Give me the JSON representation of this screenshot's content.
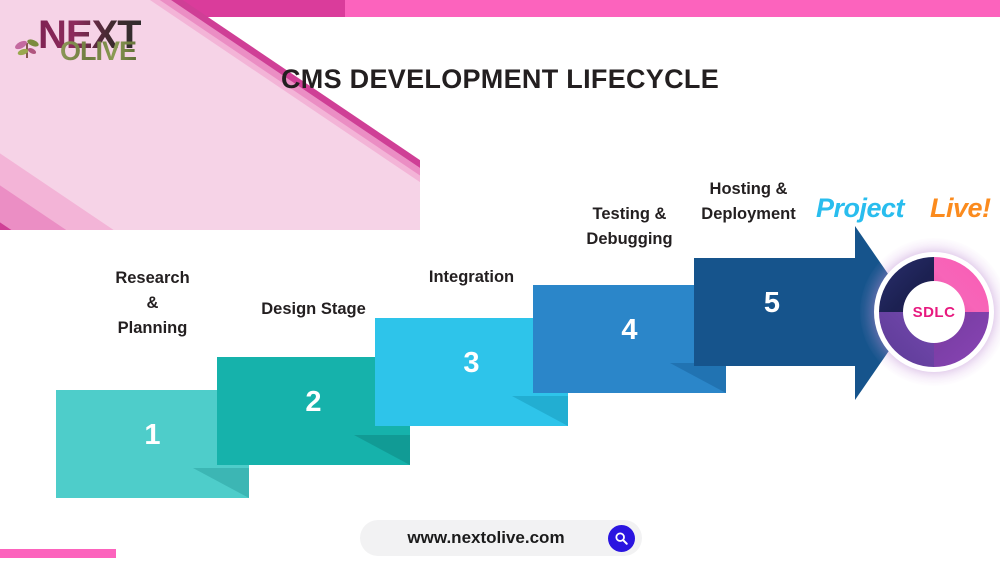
{
  "slide": {
    "title": "CMS DEVELOPMENT LIFECYCLE",
    "background": "#ffffff"
  },
  "brand": {
    "logo_primary": "NEXT",
    "logo_secondary": "OLIVE",
    "plant_icon": "plant-sprout-icon",
    "accent_pink": "#fc63bd",
    "accent_magenta": "#da3c9b"
  },
  "wordmark": {
    "project": "Project",
    "live": "Live!",
    "project_color": "#29bdee",
    "live_color": "#fb8b1e"
  },
  "badge": {
    "label": "SDLC",
    "label_color": "#e7197f",
    "quadrant_colors": [
      "#262b63",
      "#f95bb5",
      "#6a43a4",
      "#8a45b5"
    ]
  },
  "steps": [
    {
      "number": "1",
      "label": "Research\n&\nPlanning",
      "label_lines": [
        "Research",
        "&",
        "Planning"
      ],
      "color": "#4ecdca",
      "shadow_color": "#3cb6b4"
    },
    {
      "number": "2",
      "label": "Design Stage",
      "label_lines": [
        "Design Stage"
      ],
      "color": "#16b2ab",
      "shadow_color": "#119b95"
    },
    {
      "number": "3",
      "label": "Integration",
      "label_lines": [
        "Integration"
      ],
      "color": "#2ec4ea",
      "shadow_color": "#22aed2"
    },
    {
      "number": "4",
      "label": "Testing & Debugging",
      "label_lines": [
        "Testing &",
        "Debugging"
      ],
      "color": "#2b86c9",
      "shadow_color": "#2173b2"
    },
    {
      "number": "5",
      "label": "Hosting & Deployment",
      "label_lines": [
        "Hosting &",
        "Deployment"
      ],
      "color": "#16548c",
      "shadow_color": "#11477a"
    }
  ],
  "footer": {
    "url": "www.nextolive.com",
    "search_icon": "search-icon",
    "search_icon_color": "#2a15e0"
  }
}
